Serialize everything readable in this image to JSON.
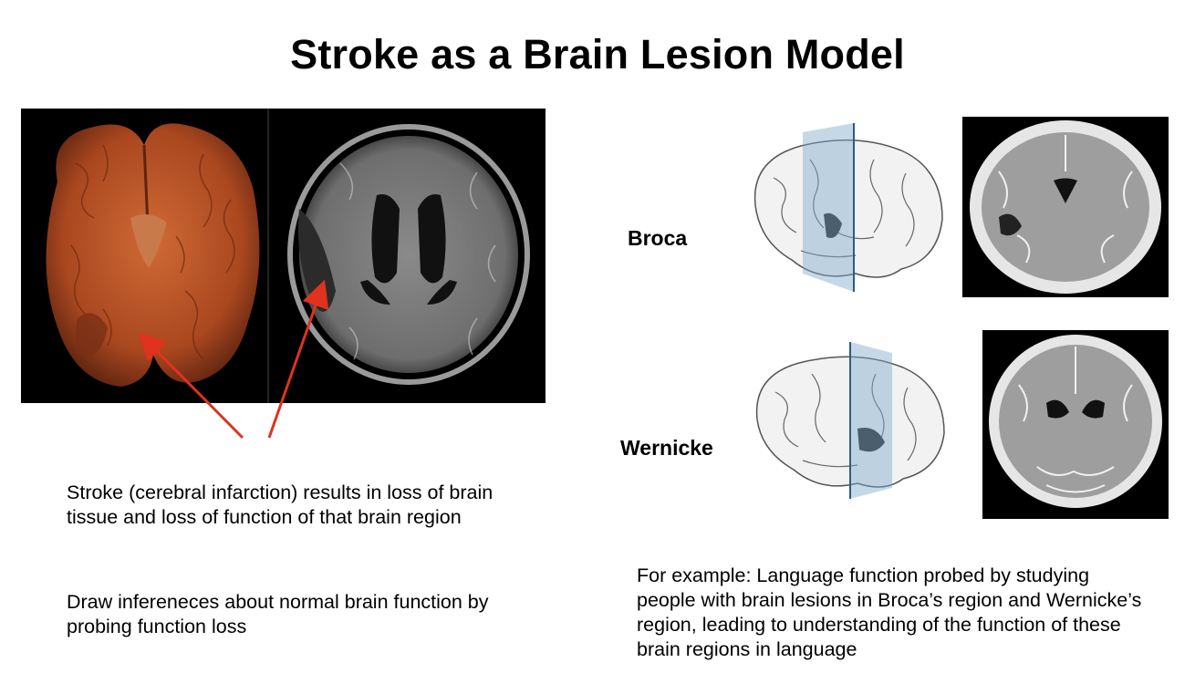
{
  "slide": {
    "title": "Stroke as a Brain Lesion Model",
    "left": {
      "paragraph1": "Stroke (cerebral infarction) results in loss of brain tissue and loss of function of that brain region",
      "paragraph2": "Draw infereneces about normal brain function by probing function loss"
    },
    "right": {
      "broca_label": "Broca",
      "wernicke_label": "Wernicke",
      "paragraph": "For example: Language function probed by studying people with brain lesions in Broca’s region and Wernicke’s region, leading to understanding of the function of these brain regions in language"
    },
    "colors": {
      "arrow": "#e0321e",
      "brain_specimen": "#b8522a",
      "slice_plane": "#7fa8cc"
    },
    "images": [
      "brain-specimen-image",
      "axial-mri-image",
      "broca-3d-brain-image",
      "broca-coronal-mri-image",
      "wernicke-3d-brain-image",
      "wernicke-coronal-mri-image"
    ]
  }
}
